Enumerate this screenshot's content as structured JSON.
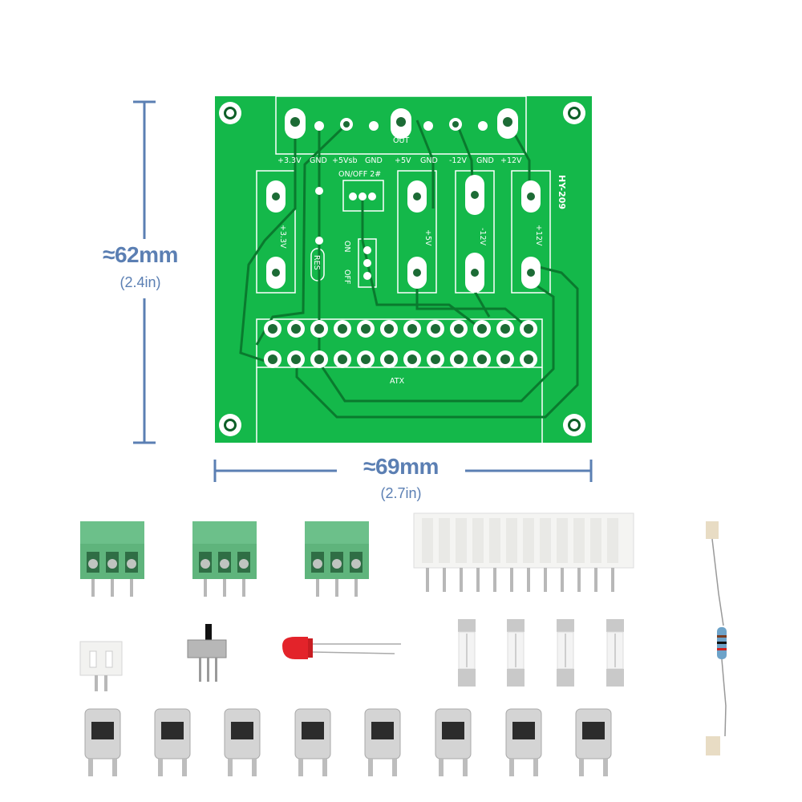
{
  "dimensions": {
    "height_label": "≈62mm",
    "height_sub": "(2.4in)",
    "width_label": "≈69mm",
    "width_sub": "(2.7in)"
  },
  "board": {
    "model": "HY-209",
    "out_label": "OUT",
    "atx_label": "ATX",
    "res_label": "RES",
    "switch_label": "ON/OFF 2#",
    "on_label": "ON",
    "off_label": "OFF",
    "top_rails": [
      "+3.3V",
      "GND",
      "+5Vsb",
      "GND",
      "+5V",
      "GND",
      "-12V",
      "GND",
      "+12V"
    ],
    "fuse_labels": [
      "+3.3V",
      "+5V",
      "-12V",
      "+12V"
    ]
  },
  "colors": {
    "pcb": "#14b84a",
    "pcb_trace": "#0d9a3a",
    "dimension": "#5b7fb3",
    "terminal": "#5fb47c",
    "header": "#f4f4f2"
  }
}
